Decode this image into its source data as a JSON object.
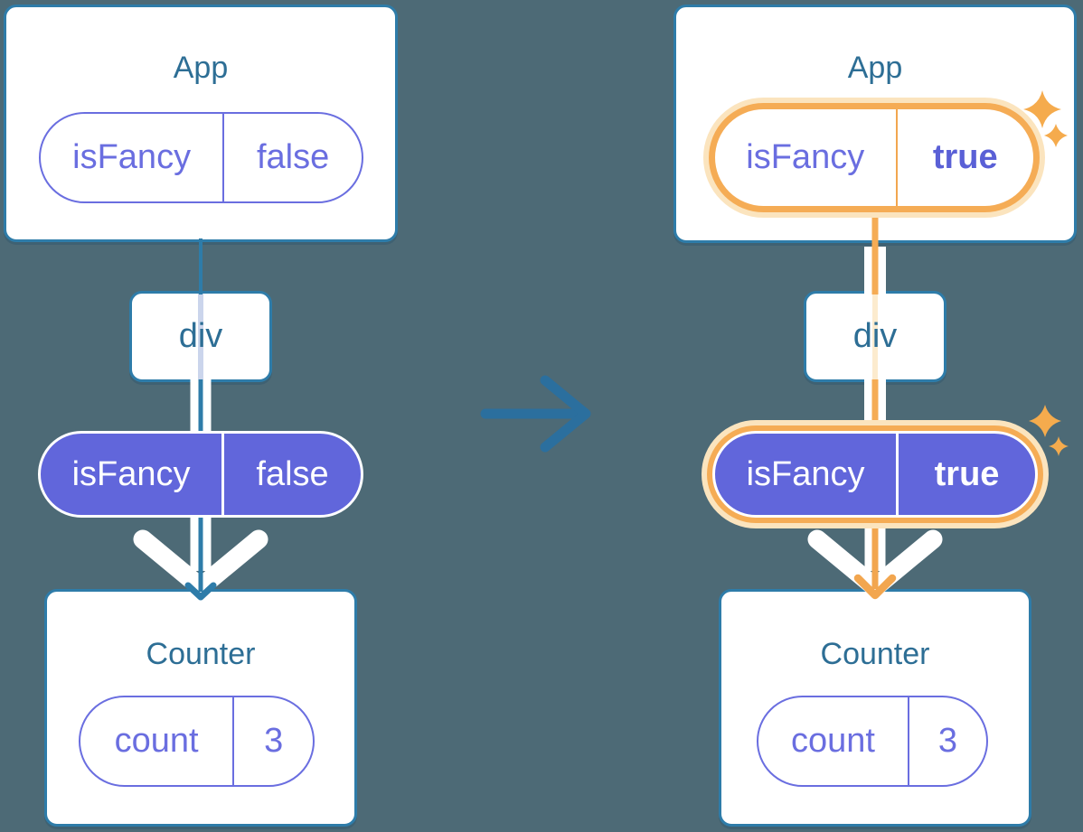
{
  "colors": {
    "background": "#4D6A76",
    "box_border_teal": "#2E7CA9",
    "component_title_text": "#2D6E95",
    "pill_purple_fill": "#6166DB",
    "pill_purple_outline": "#6A6EE0",
    "prop_flow_white": "#FFFFFF",
    "highlight_orange": "#F5AC55",
    "highlight_orange_glow": "#FBE4BE",
    "sparkle_orange": "#F5AB4D",
    "transition_arrow": "#2B6F9E"
  },
  "left": {
    "app_title": "App",
    "app_state_key": "isFancy",
    "app_state_value": "false",
    "div_label": "div",
    "prop_key": "isFancy",
    "prop_value": "false",
    "counter_title": "Counter",
    "counter_state_key": "count",
    "counter_state_value": "3"
  },
  "right": {
    "app_title": "App",
    "app_state_key": "isFancy",
    "app_state_value": "true",
    "div_label": "div",
    "prop_key": "isFancy",
    "prop_value": "true",
    "counter_title": "Counter",
    "counter_state_key": "count",
    "counter_state_value": "3"
  }
}
